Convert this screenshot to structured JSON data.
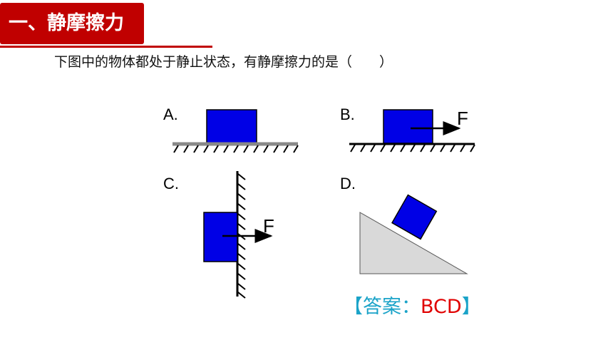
{
  "section": {
    "title": "一、静摩擦力"
  },
  "question": {
    "text": "下图中的物体都处于静止状态，有静摩擦力的是（　　）"
  },
  "options": {
    "a": {
      "label": "A."
    },
    "b": {
      "label": "B.",
      "force": "F"
    },
    "c": {
      "label": "C.",
      "force": "F"
    },
    "d": {
      "label": "D."
    }
  },
  "answer": {
    "prefix": "【答案：",
    "letters": "BCD",
    "suffix": "】"
  },
  "colors": {
    "accent": "#c00000",
    "block": "#0000e6",
    "answer_bracket": "#1aa3c8",
    "answer_letters": "#e00000"
  }
}
